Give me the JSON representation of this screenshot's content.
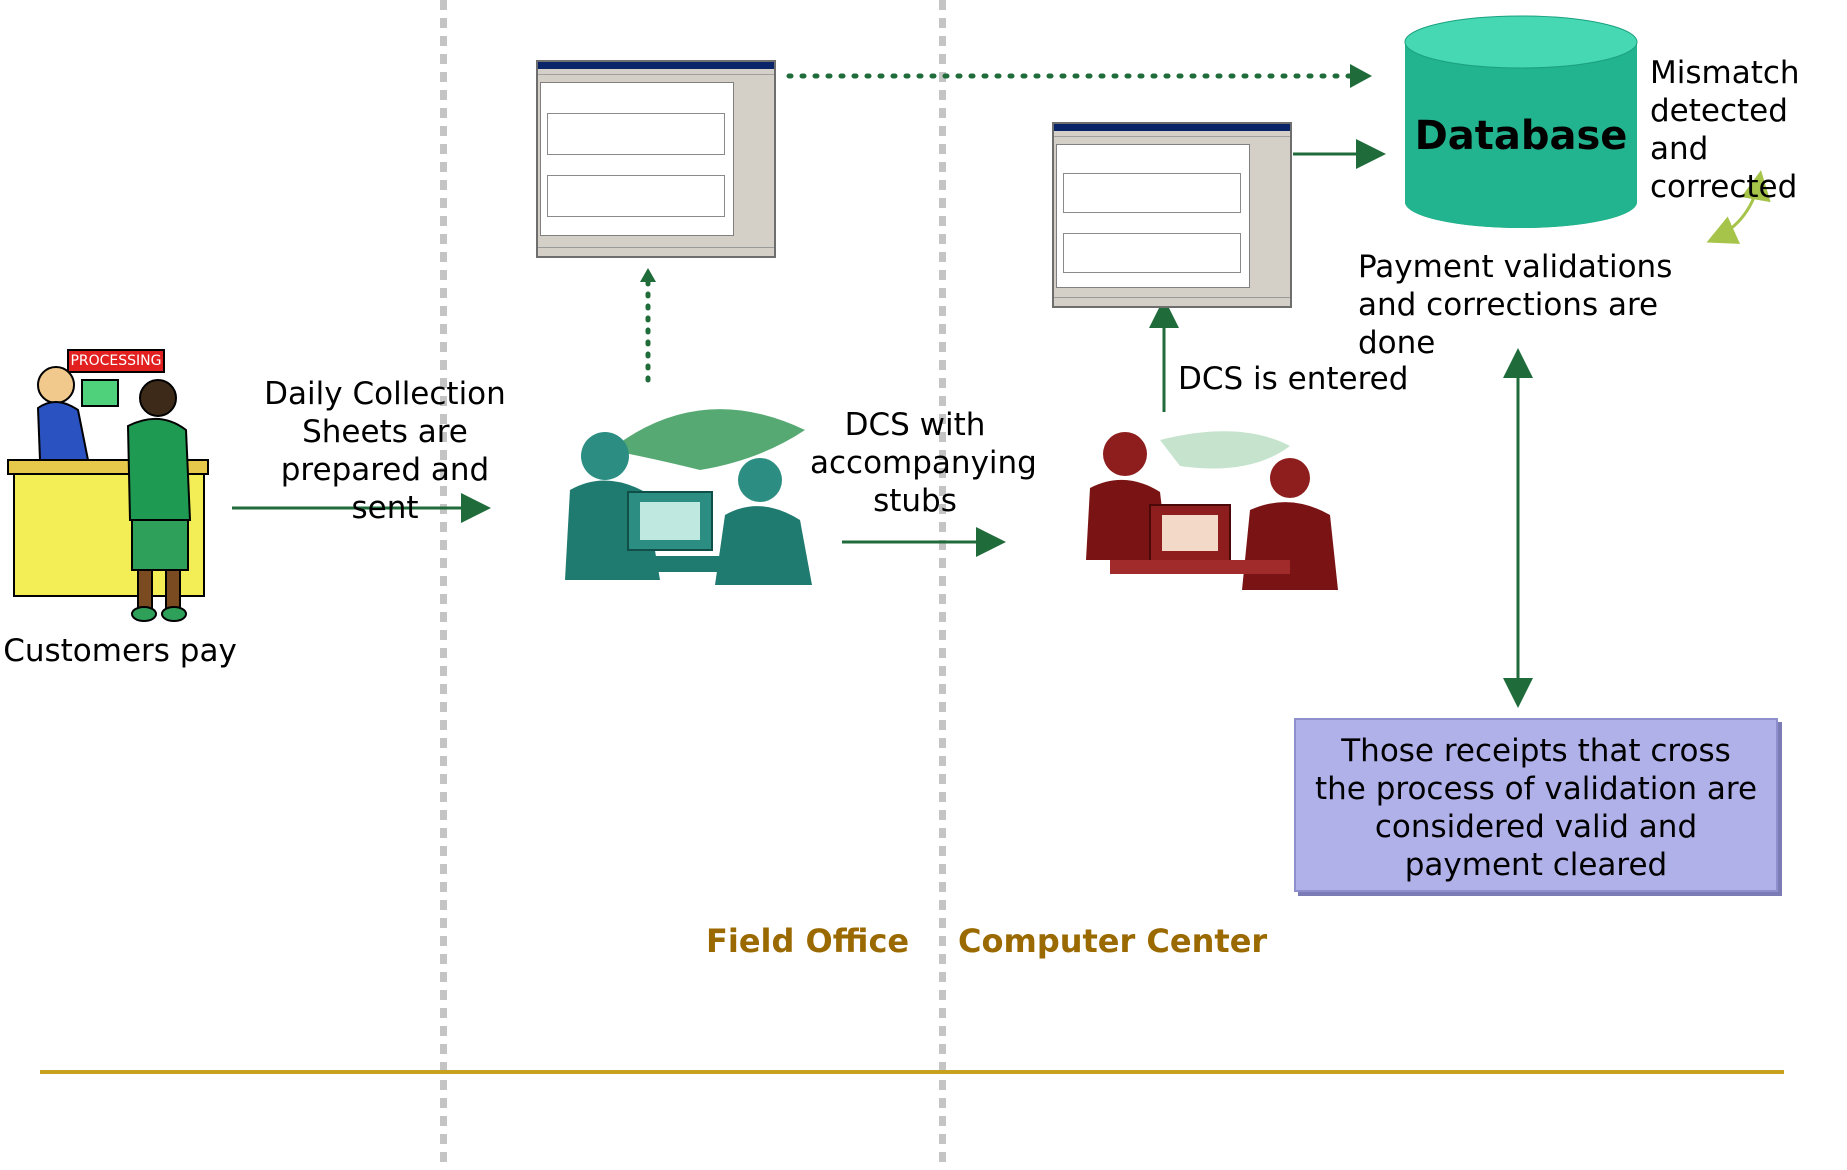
{
  "labels": {
    "customers_pay": "Customers pay",
    "dcs_prepared": "Daily Collection Sheets are prepared and sent",
    "dcs_with_stubs": "DCS with accompanying stubs",
    "dcs_entered": "DCS is entered",
    "database": "Database",
    "mismatch": "Mismatch detected and corrected",
    "payment_validations": "Payment validations and corrections are done",
    "valid_receipts": "Those receipts that cross the process of validation are considered valid and payment cleared",
    "processing_sign": "PROCESSING"
  },
  "zones": {
    "field_office": "Field Office",
    "computer_center": "Computer Center"
  },
  "colors": {
    "arrow_green": "#1f6b3a",
    "db_fill": "#22b38f",
    "db_top": "#46d7b3",
    "callout_fill": "#b1b1ea",
    "zone_text": "#9a6a00",
    "rule": "#c8a21e",
    "mismatch_arrow": "#a6c44a"
  },
  "icons": [
    "customer-counter-clipart",
    "field-office-workers-clipart",
    "computer-center-workers-clipart",
    "app-window-screenshot",
    "database-cylinder"
  ]
}
